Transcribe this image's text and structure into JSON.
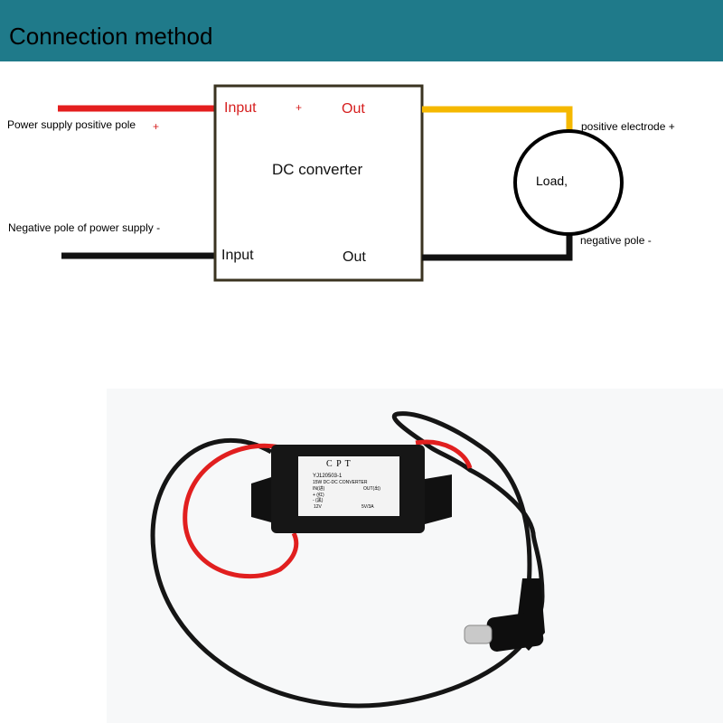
{
  "header": {
    "title": "Connection method"
  },
  "diagram": {
    "source_positive_label": "Power supply positive pole",
    "source_positive_sign": "+",
    "source_negative_label": "Negative pole of power supply -",
    "converter_title": "DC converter",
    "converter_input_top": "Input",
    "converter_plus": "+",
    "converter_out_top": "Out",
    "converter_input_bottom": "Input",
    "converter_out_bottom": "Out",
    "load_label": "Load,",
    "load_positive_label": "positive electrode +",
    "load_negative_label": "negative pole -",
    "colors": {
      "header": "#1f7a8a",
      "positive_wire": "#e41e1e",
      "negative_wire": "#111111",
      "output_wire": "#f5b800",
      "box_border": "#3a3320"
    }
  },
  "photo": {
    "label_brand": "C  P  T",
    "label_model": "YJ120503-1",
    "label_spec": "15W  DC-DC  CONVERTER",
    "label_in": "IN(进)",
    "label_out": "OUT(出)",
    "label_in_voltage": "12V",
    "label_out_voltage": "5V/3A",
    "label_pos": "+ (红)",
    "label_neg": "- (黑)"
  }
}
